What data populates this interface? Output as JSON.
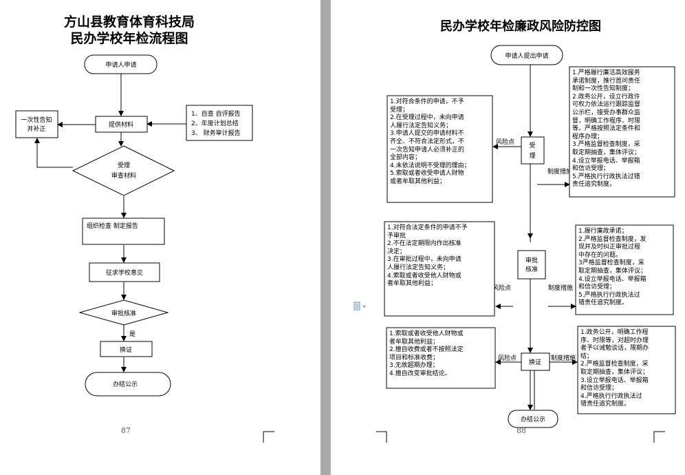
{
  "left": {
    "title_line1": "方山县教育体育科技局",
    "title_line2": "民办学校年检流程图",
    "nodes": {
      "apply": "申请人申请",
      "submit": "提供材料",
      "notify": [
        "一次性告知",
        "并补正"
      ],
      "docs": [
        "1、自查  自评报告",
        "2、年度计划总结",
        "3、  财务审计报告"
      ],
      "accept": [
        "受理",
        "审查材料"
      ],
      "organize": "组织检查  制定报告",
      "opinion": "征求学校意见",
      "approve": "审批核准",
      "yes": "是",
      "license": "换证",
      "publish": "办结公示"
    },
    "page_number": "87"
  },
  "right": {
    "title": "民办学校年检廉政风险防控图",
    "nodes": {
      "apply": "申请人提出申请",
      "accept": [
        "受",
        "理"
      ],
      "approve": [
        "审批",
        "核准"
      ],
      "license": "换证",
      "publish": "办结公示",
      "risk_label": "风险点",
      "measure_label": "制度措施"
    },
    "risk1": [
      "1.对符合条件的申请，不予",
      "受理；",
      "2.在受理过程中，未向申请",
      "人履行法定告知义务；",
      "3.申请人提交的申请材料不",
      "齐全、不符合法定形式，不",
      "一次告知申请人必须补正的",
      "全部内容；",
      "4.未依法说明不受理的理由；",
      "5.索取或者收受申请人财物",
      "或者牟取其他利益；"
    ],
    "measure1": [
      "1.严格履行廉洁高效服务",
      "承诺制度，推行首问责任",
      "制和一次性告知制度；",
      "2.政务公开，设立行政许",
      "可权力依法运行跟踪监督",
      "公示栏，接受办事群众监",
      "督，明确工作程序、时限",
      "等，严格按照法定条件和",
      "程序办理；",
      "3.严格监督检查制度，采",
      "取定期抽查，集体评议；",
      "4.设立举报电话、举报箱",
      "和信访受理；",
      "5.严格执行行政执法过错",
      "责任追究制度。"
    ],
    "risk2": [
      "1.对符合法定条件的申请不予",
      "予审批",
      "2.不在法定期限内作出核准",
      "决定；",
      "3.在审批过程中，未向申请",
      "人履行法定告知义务；",
      "4.索取或者收受他人财物或",
      "者牟取其他利益；"
    ],
    "measure2": [
      "1.履行廉政承诺；",
      "2.严格监督检查制度，发",
      "现并及时纠正审批过程",
      "中存在的问题。",
      "3严格监督检查制度，采",
      "取定期抽查，集体评议；",
      "4.设立举报电话、举报箱",
      "和信访受理；",
      "5.严格执行行政执法过",
      "错责任追究制度。"
    ],
    "risk3": [
      "1.索取或者收受他人财物或",
      "者牟取其他利益；",
      "2.擅自收费或者不按照法定",
      "项目和标准收费；",
      "3.无故超期办理；",
      "4.擅自改变审批结论。"
    ],
    "measure3": [
      "1.政务公开，明确工作程",
      "序、时限等，对超时办理",
      "者予以诫勉谈话，限期办",
      "结；",
      "2.严格监督检查制度，采",
      "取定期抽查，集体评议；",
      "3.设立举报电话、举报箱",
      "和信访受理；",
      "4.严格执行行政执法过",
      "错责任追究制度。"
    ],
    "page_number": "88"
  }
}
